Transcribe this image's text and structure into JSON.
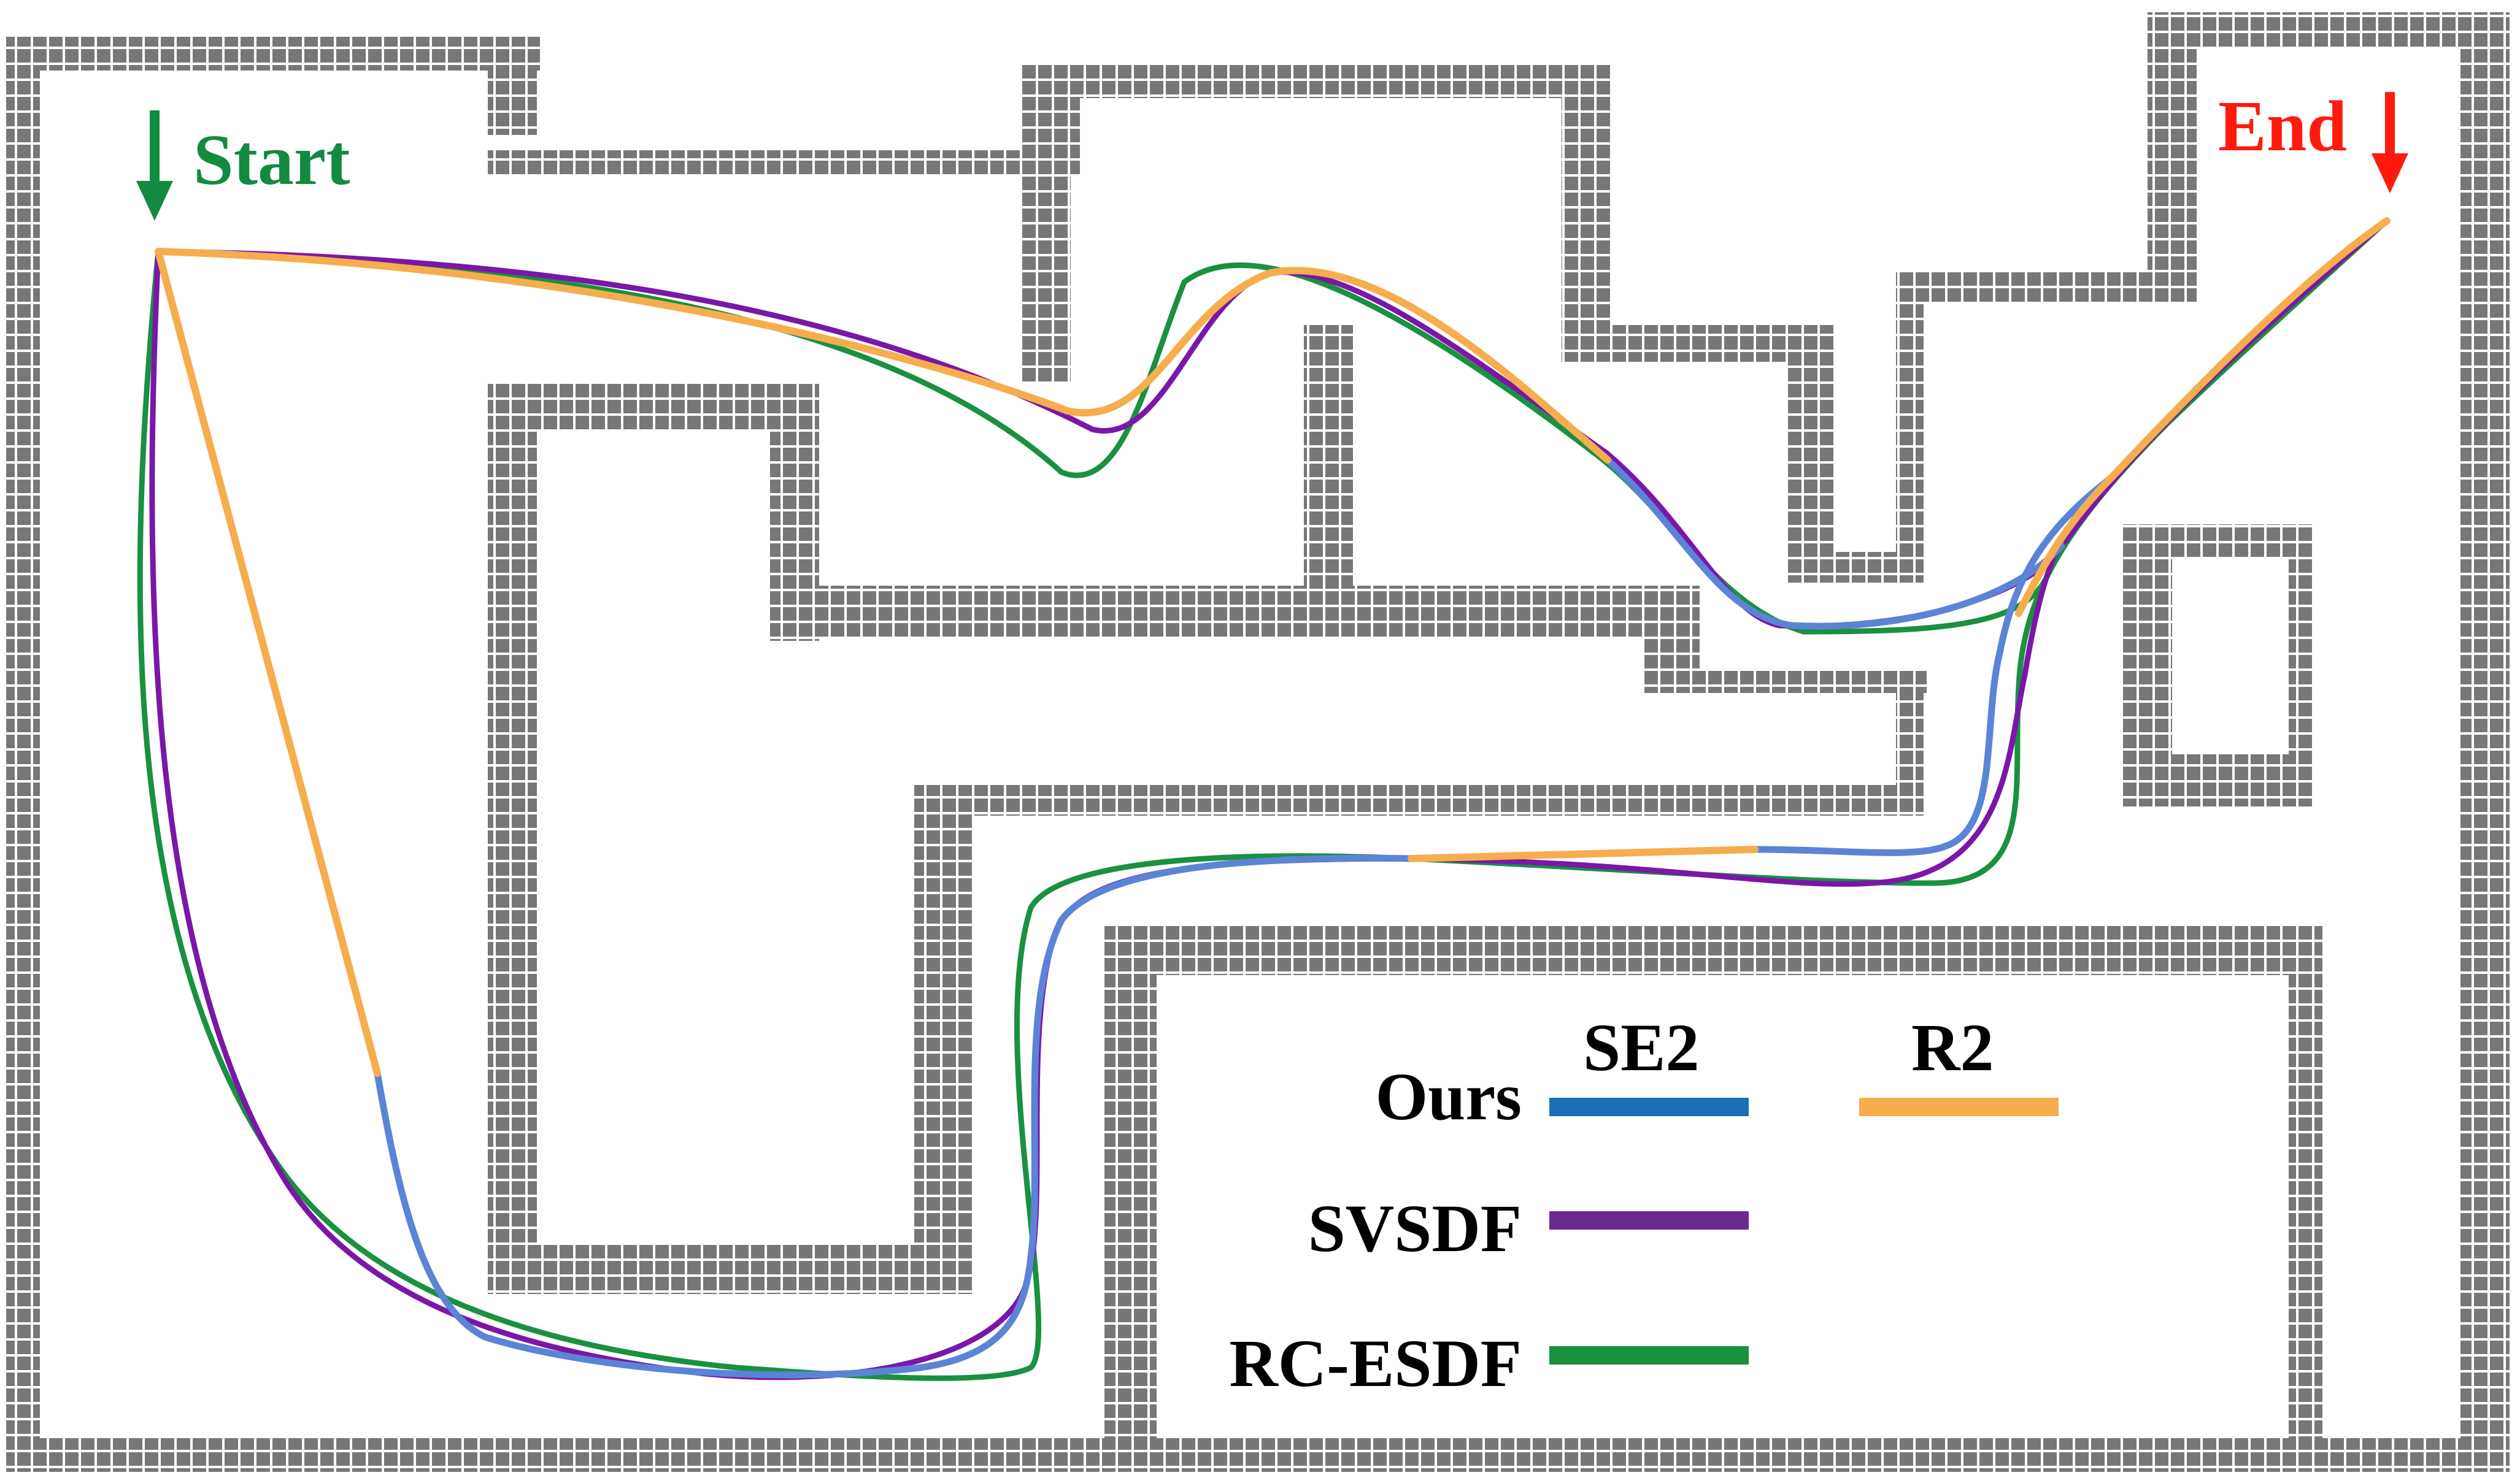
{
  "labels": {
    "start": "Start",
    "end": "End"
  },
  "legend": {
    "col_se2": "SE2",
    "col_r2": "R2",
    "row_ours": "Ours",
    "row_svsdf": "SVSDF",
    "row_rcesdf": "RC-ESDF"
  },
  "colors": {
    "wall": "#777777",
    "start": "#128a40",
    "end": "#ff1a0d",
    "ours_se2": "#5b84d6",
    "ours_se2_legend": "#1a6fb8",
    "ours_r2": "#f6ad4e",
    "svsdf": "#7a17a8",
    "rc_esdf": "#19913f"
  },
  "icons": {
    "start_marker": "arrow-down-icon",
    "end_marker": "arrow-down-icon"
  }
}
